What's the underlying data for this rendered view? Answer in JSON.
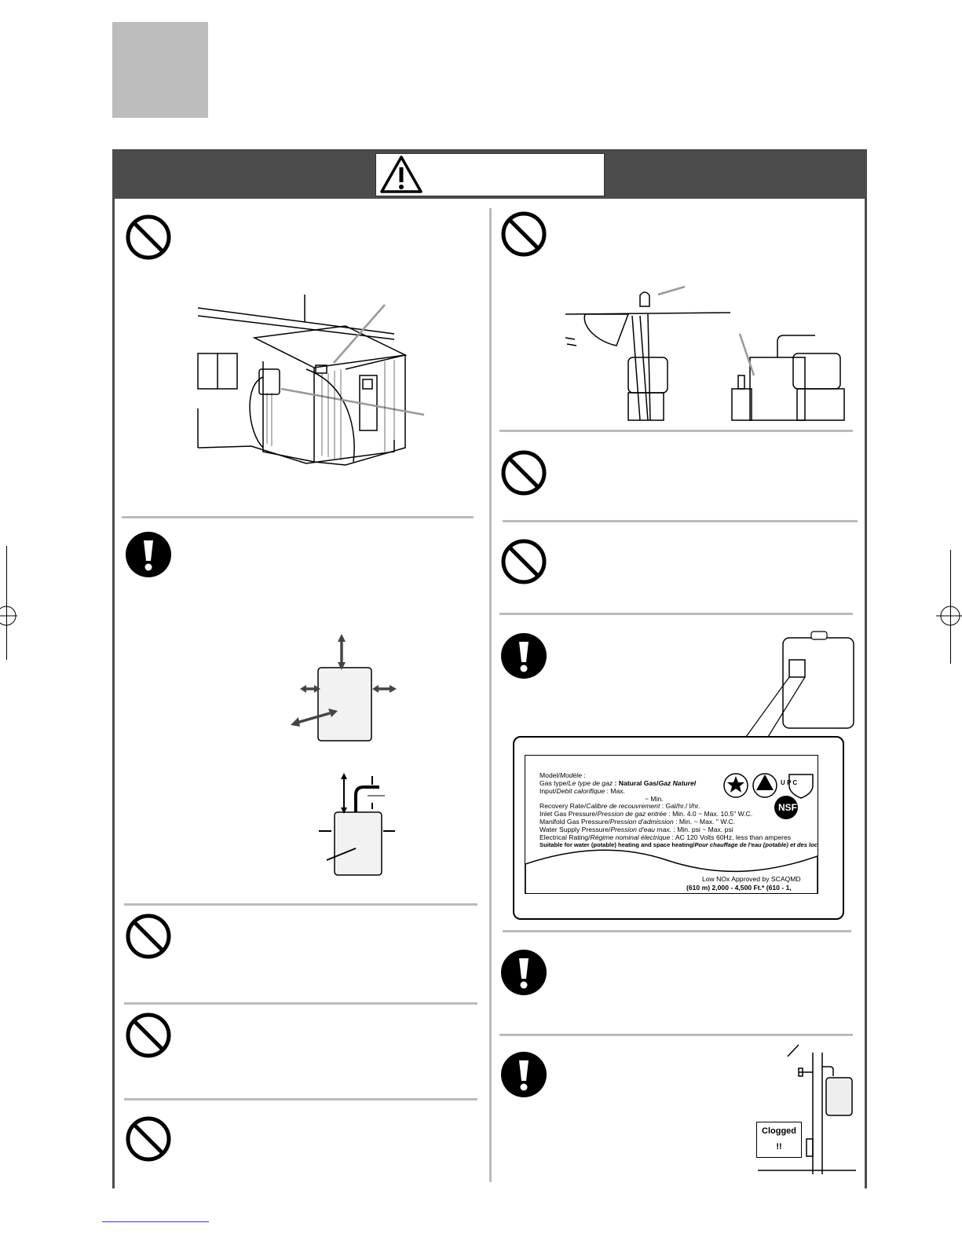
{
  "label_plate": {
    "model": "Model/",
    "model_fr": "Modèle",
    "model_colon": " :",
    "gas_type": "Gas type/",
    "gas_type_fr": "Le type de gaz",
    "gas_type_value": "  :  Natural Gas/",
    "gas_type_value_fr": "Gaz Naturel",
    "input": "Input/",
    "input_fr": "Debit calorifique",
    "input_value": " : Max.",
    "input_min": "~ Min.",
    "recovery": "Recovery Rate/",
    "recovery_fr": "Calibre de recouvrement",
    "recovery_value": "        :        Gal/hr./        l/hr.",
    "inlet": "Inlet Gas Pressure/",
    "inlet_fr": "Pression de gaz entrée",
    "inlet_value": "    : Min.    4.0 ~ Max. 10.5\" W.C.",
    "manifold": "Manifold Gas Pressure/",
    "manifold_fr": "Pression d'admission",
    "manifold_value": "  : Min.         ~ Max.      \" W.C.",
    "water": "Water Supply Pressure/",
    "water_fr": "Pression d'eau max.",
    "water_value": "  : Min.    psi ~ Max.    psi",
    "electrical": "Electrical Rating/",
    "electrical_fr": "Régime nominal électrique",
    "electrical_value": "  : AC 120 Volts 60Hz, less than    amperes",
    "suitable": "Suitable for water (potable) heating and space heating/",
    "suitable_fr": "Pour chauffage de l'eau (potable) et des locaux",
    "lownox": "Low NOx Approved by SCAQMD",
    "altitude": "(610 m)   2,000 - 4,500 Ft.* (610 - 1,",
    "nsf": "NSF",
    "upc": "U P C"
  },
  "clogged_box": {
    "line1": "Clogged",
    "line2": "!!"
  }
}
